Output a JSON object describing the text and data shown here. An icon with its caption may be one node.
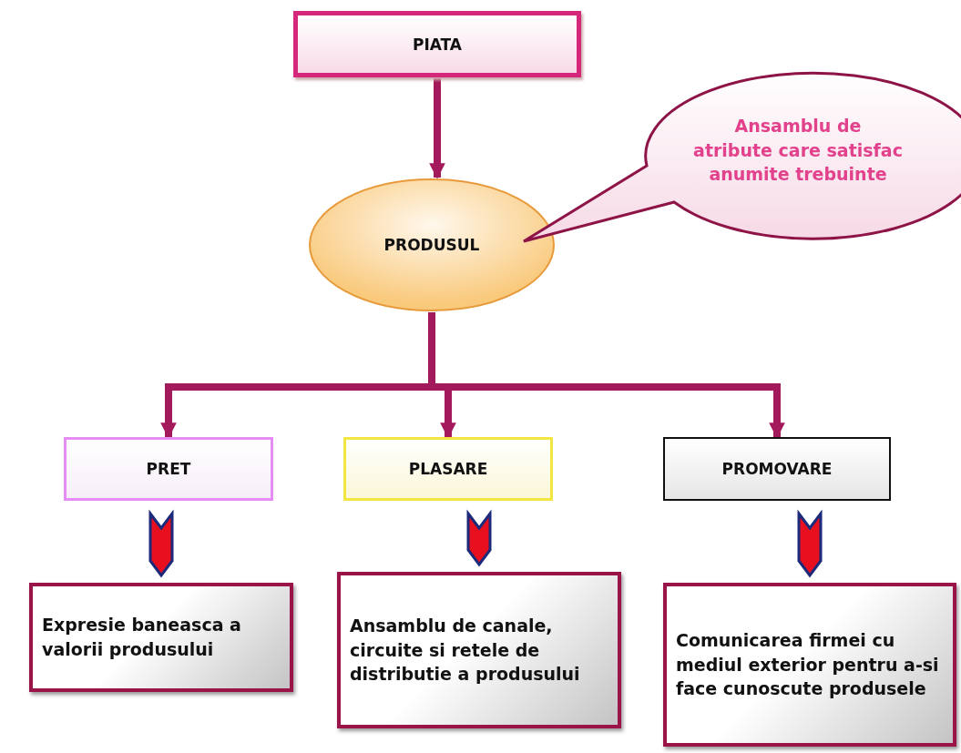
{
  "diagram": {
    "nodes": [
      {
        "text": [
          "PIATA"
        ]
      },
      {
        "text": [
          "PRODUSUL"
        ]
      },
      {
        "text": [
          "Ansamblu de atribute care satisfac anumite trebuinte"
        ]
      },
      {
        "text": [
          "PRET"
        ]
      },
      {
        "text": [
          "PLASARE"
        ]
      },
      {
        "text": [
          "PROMOVARE"
        ]
      },
      {
        "text": [
          "Expresie baneasca a valorii produsului"
        ]
      },
      {
        "text": [
          "Ansamblu de canale, circuite si retele de distributie a produsului"
        ]
      },
      {
        "text": [
          "Comunicarea firmei cu mediul exterior pentru a-si face cunoscute produsele"
        ]
      }
    ],
    "edges": [
      {
        "from": 0,
        "to": 1,
        "arrow": "to"
      },
      {
        "from": 1,
        "to": 3,
        "arrow": "to"
      },
      {
        "from": 1,
        "to": 4,
        "arrow": "to"
      },
      {
        "from": 1,
        "to": 5,
        "arrow": "to"
      },
      {
        "from": 3,
        "to": 6,
        "arrow": "to",
        "style": "thick"
      },
      {
        "from": 4,
        "to": 7,
        "arrow": "to",
        "style": "thick"
      },
      {
        "from": 5,
        "to": 8,
        "arrow": "to",
        "style": "thick"
      }
    ]
  }
}
